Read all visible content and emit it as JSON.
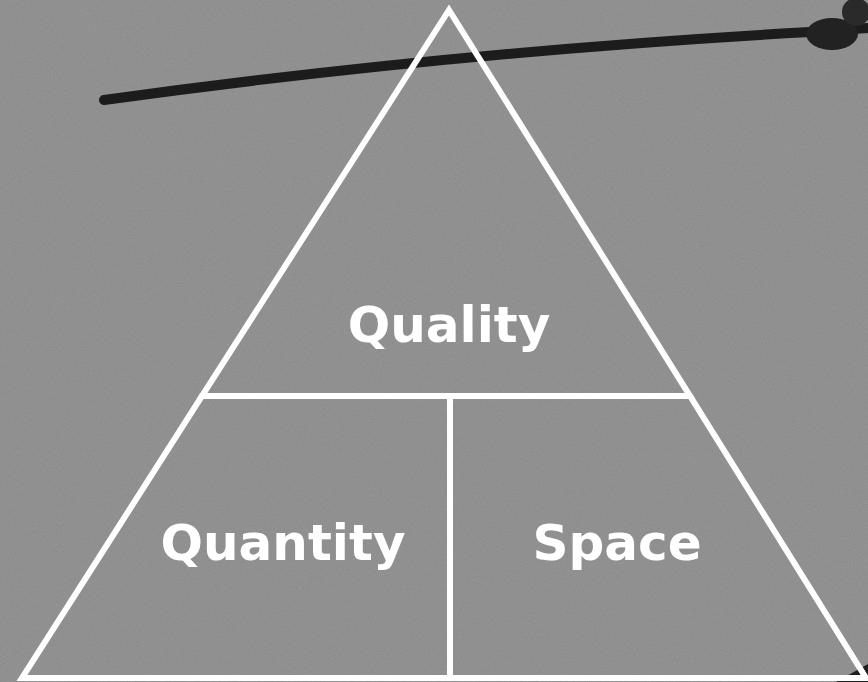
{
  "diagram": {
    "nodes": [
      {
        "text": [
          "Quality"
        ]
      },
      {
        "text": [
          "Quantity"
        ]
      },
      {
        "text": [
          "Space"
        ]
      }
    ]
  }
}
